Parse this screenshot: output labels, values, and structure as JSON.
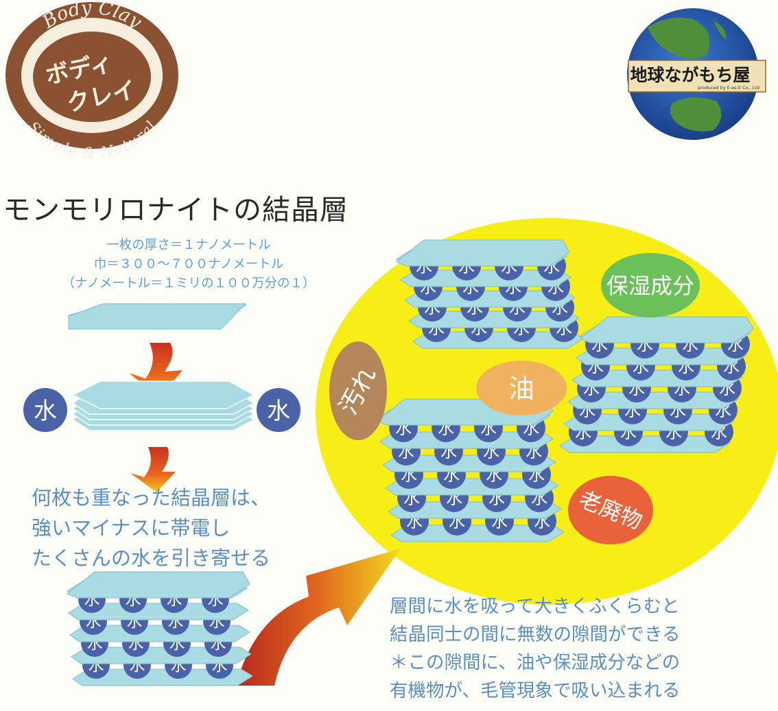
{
  "logo_left": {
    "arc_top": "Body Clay",
    "center_line1": "ボディ",
    "center_line2": "クレイ",
    "arc_bottom": "Simple & Natural",
    "color": "#8a5230"
  },
  "logo_right": {
    "name": "地球ながもち屋",
    "sub": "produced by E-es-E Co., Ltd"
  },
  "title": "モンモリロナイトの結晶層",
  "spec": {
    "line1": "一枚の厚さ＝１ナノメートル",
    "line2": "巾＝３００〜７００ナノメートル",
    "line3": "（ナノメートル＝１ミリの１００万分の１）"
  },
  "water_label": "水",
  "desc1": {
    "line1": "何枚も重なった結晶層は、",
    "line2": "強いマイナスに帯電し",
    "line3": "たくさんの水を引き寄せる"
  },
  "bubbles": {
    "moisturizer": "保湿成分",
    "dirt": "汚れ",
    "oil": "油",
    "waste": "老廃物"
  },
  "desc2": {
    "line1": "層間に水を吸って大きくふくらむと",
    "line2": "結晶同士の間に無数の隙間ができる",
    "line3": "＊この隙間に、油や保湿成分などの",
    "line4": "有機物が、毛管現象で吸い込まれる"
  },
  "colors": {
    "plate": "#a9dbe2",
    "plate_edge": "#7dbecb",
    "water_circle": "#4a63a8",
    "yellow": "#f7ee16",
    "moisturizer": "#6cc05a",
    "dirt": "#b4865a",
    "oil": "#f0b25c",
    "waste": "#e9623a",
    "text_blue": "#5a8fc4"
  }
}
